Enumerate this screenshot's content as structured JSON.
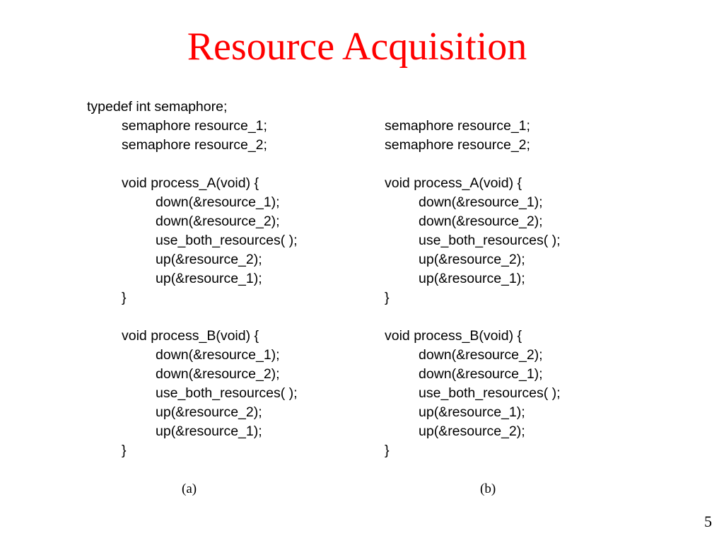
{
  "title": "Resource Acquisition",
  "typedef_line": "typedef int semaphore;",
  "column_a": {
    "caption": "(a)",
    "lines": [
      "semaphore resource_1;",
      "semaphore resource_2;",
      "void process_A(void) {",
      "down(&resource_1);",
      "down(&resource_2);",
      "use_both_resources( );",
      "up(&resource_2);",
      "up(&resource_1);",
      "}",
      "void process_B(void) {",
      "down(&resource_1);",
      "down(&resource_2);",
      "use_both_resources( );",
      "up(&resource_2);",
      "up(&resource_1);",
      "}"
    ]
  },
  "column_b": {
    "caption": "(b)",
    "lines": [
      "semaphore resource_1;",
      "semaphore resource_2;",
      "void process_A(void) {",
      "down(&resource_1);",
      "down(&resource_2);",
      "use_both_resources( );",
      "up(&resource_2);",
      "up(&resource_1);",
      "}",
      "void process_B(void) {",
      "down(&resource_2);",
      "down(&resource_1);",
      "use_both_resources( );",
      "up(&resource_1);",
      "up(&resource_2);",
      "}"
    ]
  },
  "page_number": "5"
}
